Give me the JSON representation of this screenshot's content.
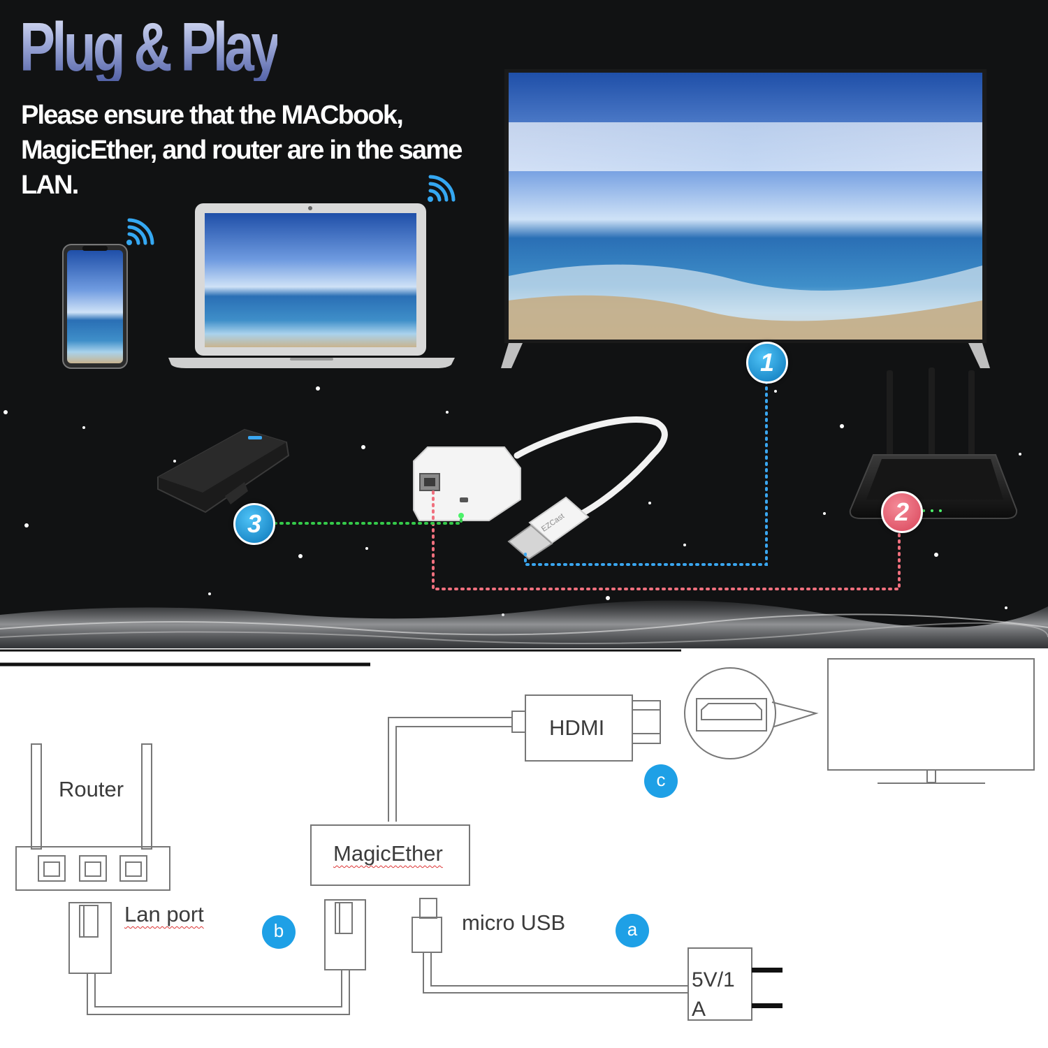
{
  "top": {
    "headline": "Plug & Play",
    "instruction": "Please ensure that the MACbook, MagicEther, and router are in the same LAN.",
    "steps": [
      {
        "label": "1",
        "color": "#0a76b9",
        "connects": "HDMI plug to TV"
      },
      {
        "label": "2",
        "color": "#d9455a",
        "connects": "Router LAN to MagicEther"
      },
      {
        "label": "3",
        "color": "#0a76b9",
        "connects": "Power bank to MagicEther micro USB"
      }
    ],
    "dongle_brand": "EZCast",
    "line_colors": {
      "hdmi": "#3aa6f0",
      "lan": "#f0707e",
      "power": "#35c94a"
    }
  },
  "diagram": {
    "labels": {
      "router": "Router",
      "hdmi": "HDMI",
      "magicether": "MagicEther",
      "lan_port": "Lan port",
      "micro_usb": "micro USB",
      "power_line1": "5V/1",
      "power_line2": "A"
    },
    "badges": {
      "a": "a",
      "b": "b",
      "c": "c"
    },
    "badge_color": "#1ea0e6"
  }
}
